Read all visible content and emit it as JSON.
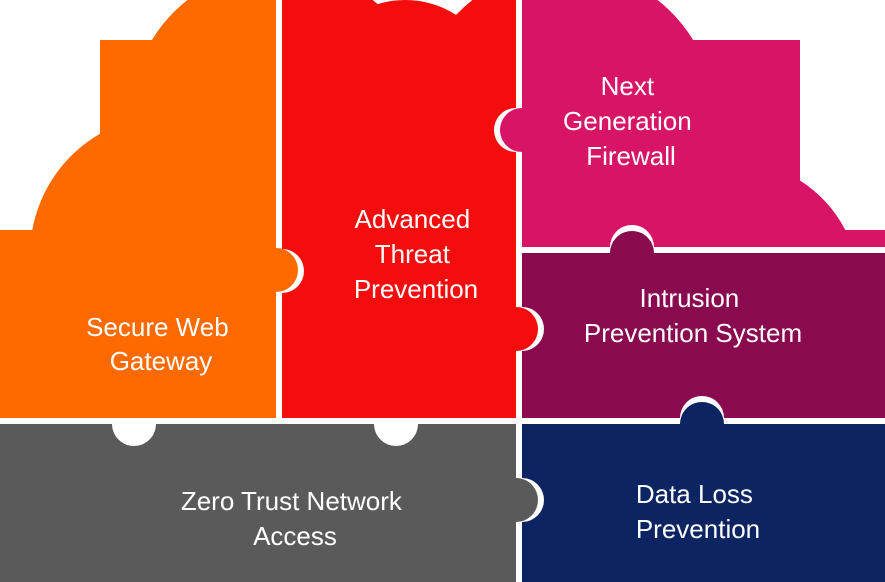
{
  "pieces": {
    "secure_web_gateway": {
      "lines": [
        "Secure Web",
        "Gateway"
      ],
      "color": "#ff6a00"
    },
    "advanced_threat_prevention": {
      "lines": [
        "Advanced",
        "Threat",
        "Prevention"
      ],
      "color": "#f50d0d"
    },
    "next_generation_firewall": {
      "lines": [
        "Next",
        "Generation",
        "Firewall"
      ],
      "color": "#d81466"
    },
    "intrusion_prevention_system": {
      "lines": [
        "Intrusion",
        "Prevention System"
      ],
      "color": "#8a0a4f"
    },
    "zero_trust_network_access": {
      "lines": [
        "Zero Trust Network",
        "Access"
      ],
      "color": "#5a5a5a"
    },
    "data_loss_prevention": {
      "lines": [
        "Data Loss",
        "Prevention"
      ],
      "color": "#0c2461"
    }
  }
}
